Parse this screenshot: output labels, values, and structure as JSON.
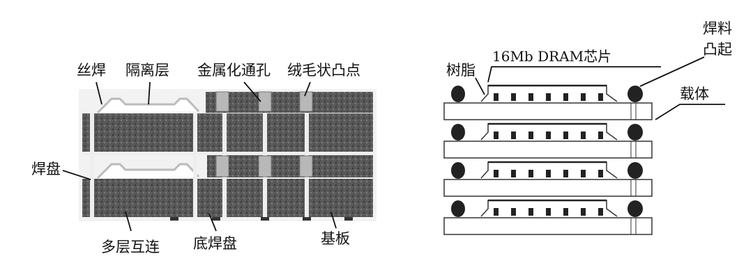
{
  "left_diagram": {
    "labels": {
      "wire_bond": "丝焊",
      "isolation_layer": "隔离层",
      "metallized_via": "金属化通孔",
      "fuzz_bump": "绒毛状凸点",
      "pad": "焊盘",
      "multilayer_interconnect": "多层互连",
      "bottom_pad": "底焊盘",
      "substrate": "基板"
    }
  },
  "right_diagram": {
    "labels": {
      "resin": "树脂",
      "chip": "16Mb DRAM芯片",
      "solder_bump_line1": "焊料",
      "solder_bump_line2": "凸起",
      "carrier": "载体"
    },
    "stack_count": 4,
    "bumps_per_chip": 7
  },
  "colors": {
    "substrate": "#555555",
    "line": "#111111",
    "solder": "#222222"
  }
}
